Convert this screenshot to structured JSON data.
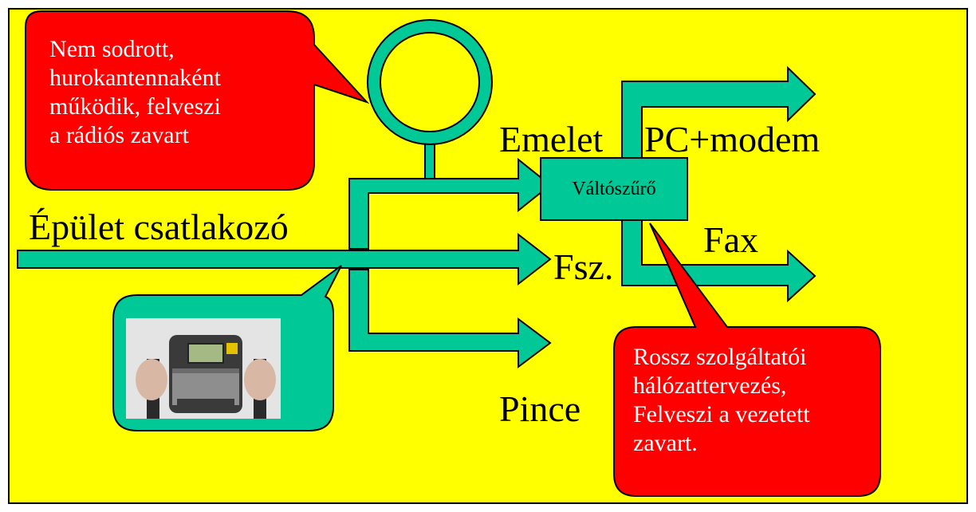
{
  "labels": {
    "building_connector": "Épület csatlakozó",
    "floor": "Emelet",
    "ground_floor": "Fsz.",
    "basement": "Pince",
    "pc_modem": "PC+modem",
    "fax": "Fax",
    "filter": "Váltószűrő"
  },
  "callouts": {
    "loop_antenna": {
      "lines": [
        "Nem sodrott,",
        "hurokantennaként",
        "működik, felveszi",
        "a rádiós zavart"
      ]
    },
    "network_design": {
      "lines": [
        "Rossz szolgáltatói",
        "hálózattervezés,",
        "Felveszi a vezetett",
        "zavart."
      ]
    }
  },
  "colors": {
    "background": "#ffff00",
    "wire": "#00c896",
    "callout": "#ff0000",
    "photo_frame": "#00c896",
    "outline": "#000000"
  },
  "icons": {
    "loop": "loop-antenna-icon",
    "device": "tester-device-photo"
  }
}
